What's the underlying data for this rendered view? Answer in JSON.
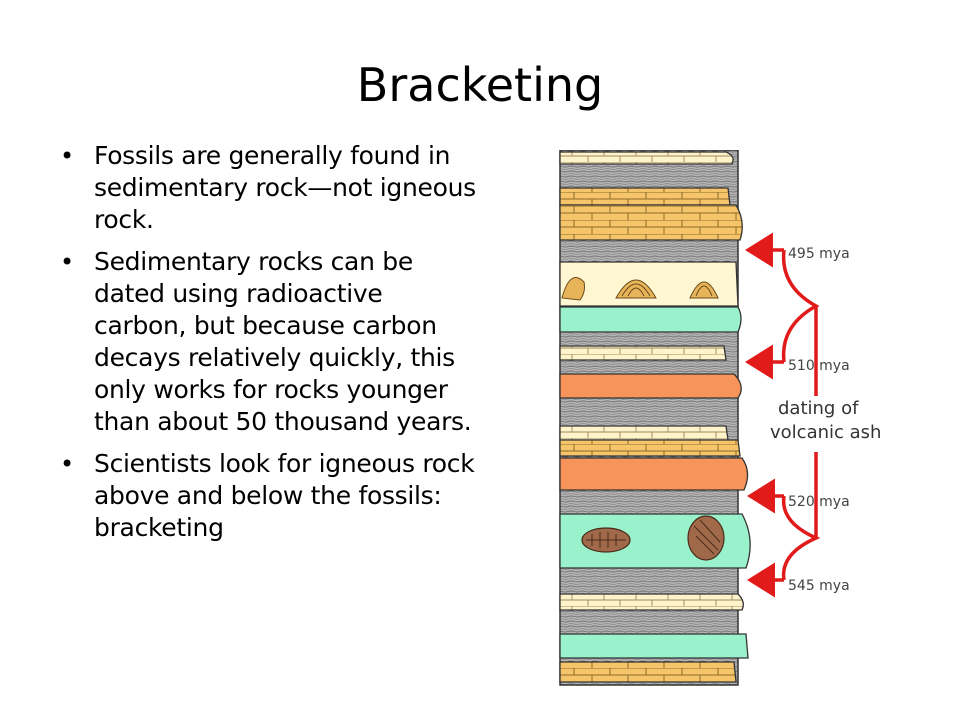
{
  "slide": {
    "title": "Bracketing",
    "bullets": [
      "Fossils are generally found in sedimentary rock—not igneous rock.",
      "Sedimentary rocks can be dated using radioactive carbon, but because carbon decays relatively quickly, this only works for rocks younger than about 50 thousand years.",
      "Scientists look for igneous rock above and below the fossils: bracketing"
    ]
  },
  "diagram": {
    "labels": {
      "age_1": "495 mya",
      "age_2": "510 mya",
      "age_3": "520 mya",
      "age_4": "545 mya",
      "dating_line1": "dating of",
      "dating_line2": "volcanic ash"
    },
    "colors": {
      "limestone": "#f6c56a",
      "shale": "#a8a8a8",
      "ash": "#f6945a",
      "green": "#99f2cc",
      "cream": "#fff6d2",
      "arrow": "#e11a1a"
    }
  }
}
